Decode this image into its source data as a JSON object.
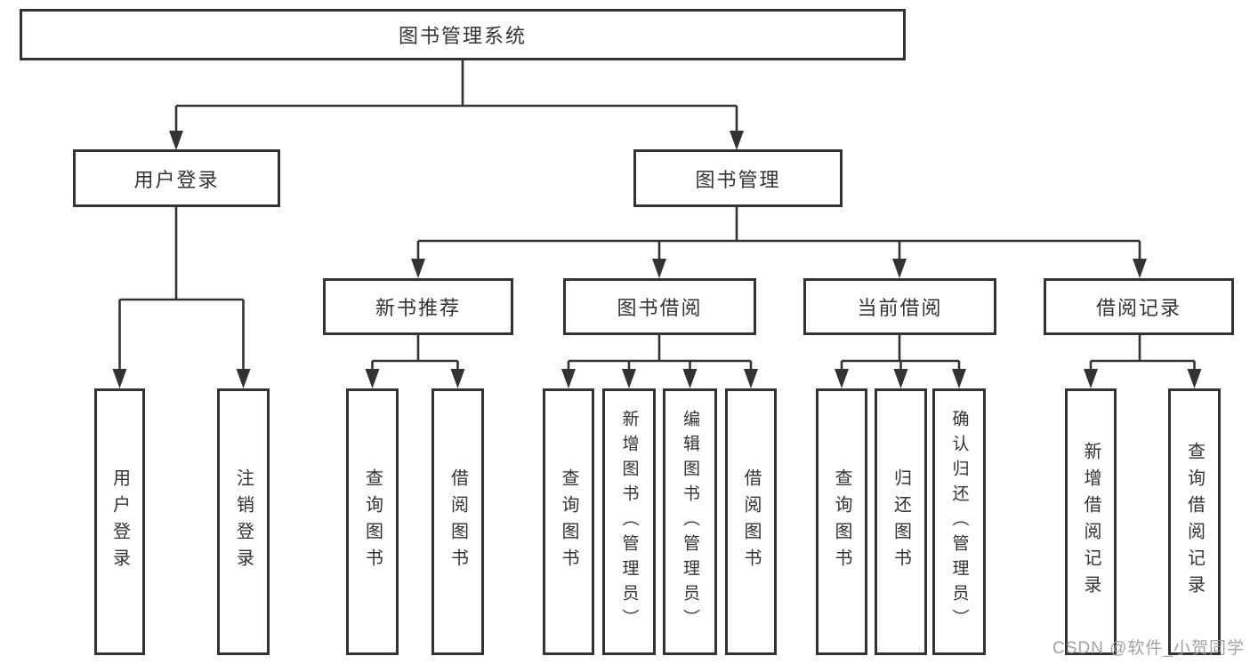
{
  "diagram": {
    "root": {
      "label": "图书管理系统"
    },
    "branches": [
      {
        "label": "用户登录",
        "children": [
          "用户登录",
          "注销登录"
        ]
      },
      {
        "label": "图书管理",
        "sections": [
          {
            "label": "新书推荐",
            "children": [
              "查询图书",
              "借阅图书"
            ]
          },
          {
            "label": "图书借阅",
            "children": [
              "查询图书",
              "新增图书（管理员）",
              "编辑图书（管理员）",
              "借阅图书"
            ]
          },
          {
            "label": "当前借阅",
            "children": [
              "查询图书",
              "归还图书",
              "确认归还（管理员）"
            ]
          },
          {
            "label": "借阅记录",
            "children": [
              "新增借阅记录",
              "查询借阅记录"
            ]
          }
        ]
      }
    ]
  },
  "watermark": "CSDN @软件_小贺同学",
  "colors": {
    "line": "#333333",
    "text": "#333333",
    "background": "#ffffff",
    "watermark": "#9b9b9b"
  }
}
